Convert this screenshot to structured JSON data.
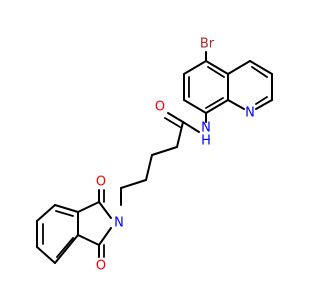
{
  "molecule": {
    "atoms": [
      {
        "key": "br",
        "symbol": "Br",
        "color": "#a52a2a"
      },
      {
        "key": "n_quinoline",
        "symbol": "N",
        "color": "#0000ff"
      },
      {
        "key": "n_amide",
        "symbol": "N",
        "color": "#0000ff"
      },
      {
        "key": "h_amide",
        "symbol": "H",
        "color": "#0000ff"
      },
      {
        "key": "o_amide",
        "symbol": "O",
        "color": "#ff0000"
      },
      {
        "key": "n_imide",
        "symbol": "N",
        "color": "#0000ff"
      },
      {
        "key": "o_imide_top",
        "symbol": "O",
        "color": "#ff0000"
      },
      {
        "key": "o_imide_bottom",
        "symbol": "O",
        "color": "#ff0000"
      }
    ]
  }
}
